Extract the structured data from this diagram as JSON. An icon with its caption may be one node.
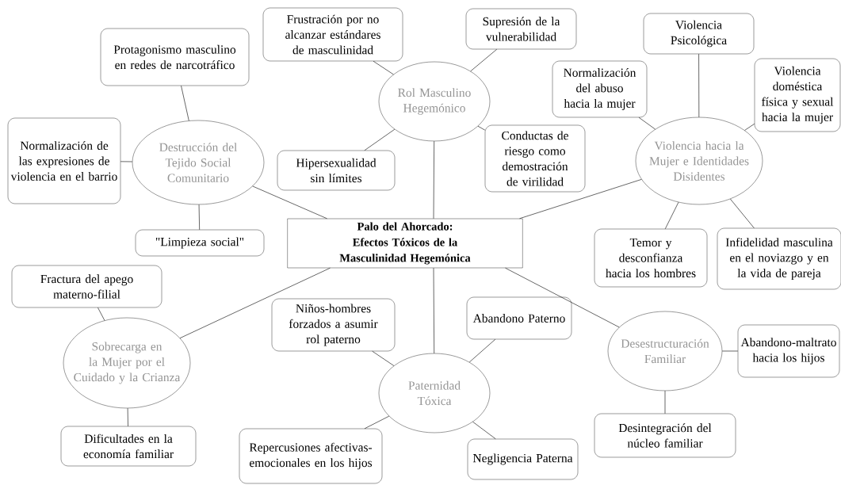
{
  "diagram": {
    "nodes": [
      {
        "text": [
          "Palo del Ahorcado:",
          "Efectos Tóxicos de la Masculinidad Hegemónica"
        ]
      },
      {
        "text": [
          "Protagonismo masculino en redes de narcotráfico"
        ]
      },
      {
        "text": [
          "Normalización de las expresiones de violencia en el barrio"
        ]
      },
      {
        "text": [
          "Destrucción del Tejido Social Comunitario"
        ]
      },
      {
        "text": [
          "\"Limpieza social\""
        ]
      },
      {
        "text": [
          "Frustración por no alcanzar estándares de masculinidad"
        ]
      },
      {
        "text": [
          "Supresión de la vulnerabilidad"
        ]
      },
      {
        "text": [
          "Rol Masculino Hegemónico"
        ]
      },
      {
        "text": [
          "Hipersexualidad sin límites"
        ]
      },
      {
        "text": [
          "Conductas de riesgo como demostración de virilidad"
        ]
      },
      {
        "text": [
          "Violencia Psicológica"
        ]
      },
      {
        "text": [
          "Normalización del abuso hacia la mujer"
        ]
      },
      {
        "text": [
          "Violencia doméstica física y sexual hacia la mujer"
        ]
      },
      {
        "text": [
          "Violencia hacia la Mujer e Identidades Disidentes"
        ]
      },
      {
        "text": [
          "Temor y desconfianza hacia los hombres"
        ]
      },
      {
        "text": [
          "Infidelidad masculina en el noviazgo y en la vida de pareja"
        ]
      },
      {
        "text": [
          "Fractura del apego materno-filial"
        ]
      },
      {
        "text": [
          "Sobrecarga en la Mujer por el Cuidado y la Crianza"
        ]
      },
      {
        "text": [
          "Dificultades en la economía familiar"
        ]
      },
      {
        "text": [
          "Niños-hombres forzados a asumir rol paterno"
        ]
      },
      {
        "text": [
          "Abandono Paterno"
        ]
      },
      {
        "text": [
          "Paternidad Tóxica"
        ]
      },
      {
        "text": [
          "Repercusiones afectivas-emocionales en los hijos"
        ]
      },
      {
        "text": [
          "Negligencia Paterna"
        ]
      },
      {
        "text": [
          "Desestructuración Familiar"
        ]
      },
      {
        "text": [
          "Abandono-maltrato hacia los hijos"
        ]
      },
      {
        "text": [
          "Desintegración del núcleo familiar"
        ]
      }
    ],
    "edges": [
      {
        "from": 0,
        "to": 3,
        "arrow": "none"
      },
      {
        "from": 0,
        "to": 7,
        "arrow": "none"
      },
      {
        "from": 0,
        "to": 13,
        "arrow": "none"
      },
      {
        "from": 0,
        "to": 17,
        "arrow": "none"
      },
      {
        "from": 0,
        "to": 21,
        "arrow": "none"
      },
      {
        "from": 0,
        "to": 24,
        "arrow": "none"
      },
      {
        "from": 3,
        "to": 1,
        "arrow": "none"
      },
      {
        "from": 3,
        "to": 2,
        "arrow": "none"
      },
      {
        "from": 3,
        "to": 4,
        "arrow": "none"
      },
      {
        "from": 7,
        "to": 5,
        "arrow": "none"
      },
      {
        "from": 7,
        "to": 6,
        "arrow": "none"
      },
      {
        "from": 7,
        "to": 8,
        "arrow": "none"
      },
      {
        "from": 7,
        "to": 9,
        "arrow": "none"
      },
      {
        "from": 13,
        "to": 10,
        "arrow": "none"
      },
      {
        "from": 13,
        "to": 11,
        "arrow": "none"
      },
      {
        "from": 13,
        "to": 12,
        "arrow": "none"
      },
      {
        "from": 13,
        "to": 14,
        "arrow": "none"
      },
      {
        "from": 13,
        "to": 15,
        "arrow": "none"
      },
      {
        "from": 17,
        "to": 16,
        "arrow": "none"
      },
      {
        "from": 17,
        "to": 18,
        "arrow": "none"
      },
      {
        "from": 21,
        "to": 19,
        "arrow": "none"
      },
      {
        "from": 21,
        "to": 20,
        "arrow": "none"
      },
      {
        "from": 21,
        "to": 22,
        "arrow": "none"
      },
      {
        "from": 21,
        "to": 23,
        "arrow": "none"
      },
      {
        "from": 24,
        "to": 25,
        "arrow": "none"
      },
      {
        "from": 24,
        "to": 26,
        "arrow": "none"
      }
    ]
  }
}
